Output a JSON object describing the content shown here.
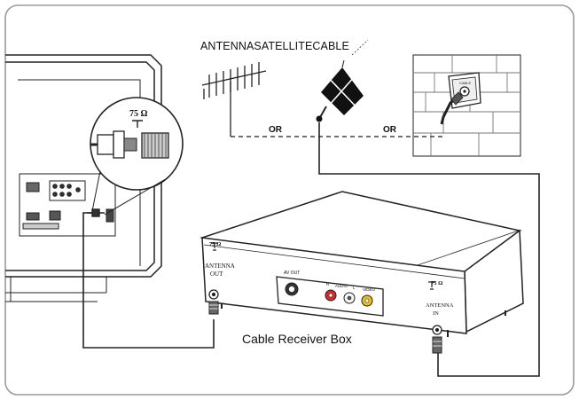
{
  "labels": {
    "top": "ANTENNASATELLITECABLE",
    "or_left": "OR",
    "or_right": "OR",
    "receiver": "Cable Receiver Box"
  },
  "tv": {
    "callout_impedance": "75 Ω"
  },
  "receiver_box": {
    "out_impedance": "75 Ω",
    "out_label_1": "ANTENNA",
    "out_label_2": "OUT",
    "av_out": "AV OUT",
    "audio_r": "R",
    "audio_label": "AUDIO",
    "audio_l": "L",
    "video": "VIDEO",
    "in_impedance": "75 Ω",
    "in_label_1": "ANTENNA",
    "in_label_2": "IN"
  },
  "wall_socket": {
    "label": "CABLE"
  },
  "colors": {
    "line": "#222222",
    "frame": "#9a9a9a",
    "audio_red": "#d62b2b",
    "audio_white": "#f4f4f4",
    "video_yellow": "#e8c21a",
    "box_shade": "#d9d9d9"
  }
}
